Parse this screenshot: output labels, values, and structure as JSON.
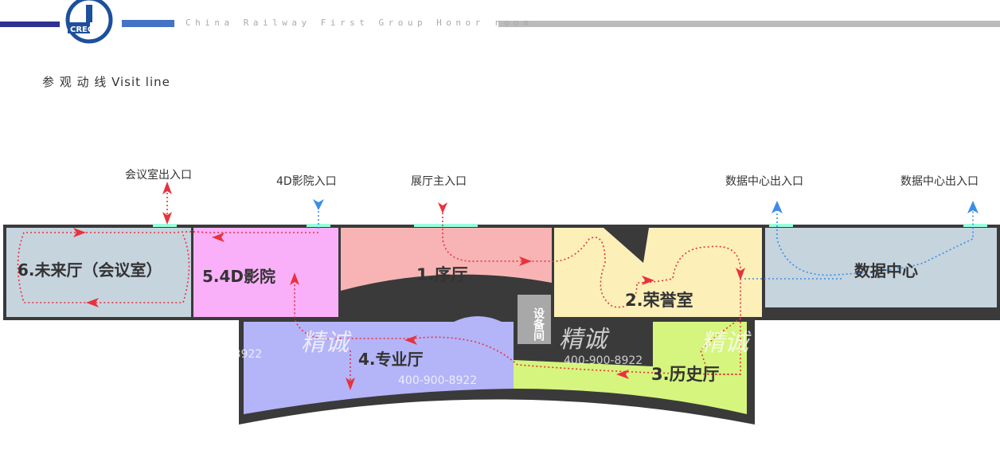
{
  "header": {
    "subtitle": "China Railway First Group Honor room",
    "logo_text": "CREC"
  },
  "heading": "参 观 动 线  Visit line",
  "entrances": {
    "meeting": "会议室出入口",
    "cinema": "4D影院入口",
    "main": "展厅主入口",
    "data1": "数据中心出入口",
    "data2": "数据中心出入口"
  },
  "rooms": {
    "r1": {
      "label": "1.序厅",
      "color": "#f8b4b4"
    },
    "r2": {
      "label": "2.荣誉室",
      "color": "#fcf0b8"
    },
    "r3": {
      "label": "3.历史厅",
      "color": "#d5f57e"
    },
    "r4": {
      "label": "4.专业厅",
      "color": "#b4b4f8"
    },
    "r5": {
      "label": "5.4D影院",
      "color": "#f9b0f9"
    },
    "r6": {
      "label": "6.未来厅（会议室）",
      "color": "#c6d4de"
    },
    "data": {
      "label": "数据中心",
      "color": "#c6d4de"
    },
    "equip": {
      "label": "设备间",
      "color": "#a8a8a8"
    }
  },
  "watermark": {
    "brand": "精诚",
    "phone": "400-900-8922"
  },
  "colors": {
    "route": "#e8323c",
    "blue_route": "#3a8ee8",
    "wall": "#3a3a3a",
    "brand_dark": "#2e3192",
    "brand_blue": "#4472c4"
  }
}
